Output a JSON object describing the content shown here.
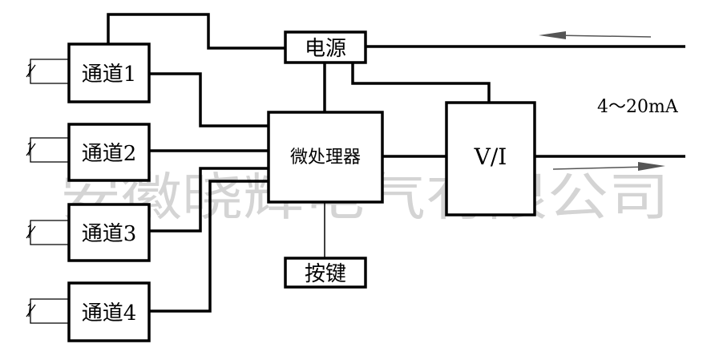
{
  "blocks": {
    "channel_1": "通道1",
    "channel_2": "通道2",
    "channel_3": "通道3",
    "channel_4": "通道4",
    "power": "电源",
    "microprocessor": "微处理器",
    "vi_converter": "V/I",
    "keys": "按键"
  },
  "output_label": "4～20mA",
  "watermark": "安徽晓辉电气有限公司"
}
